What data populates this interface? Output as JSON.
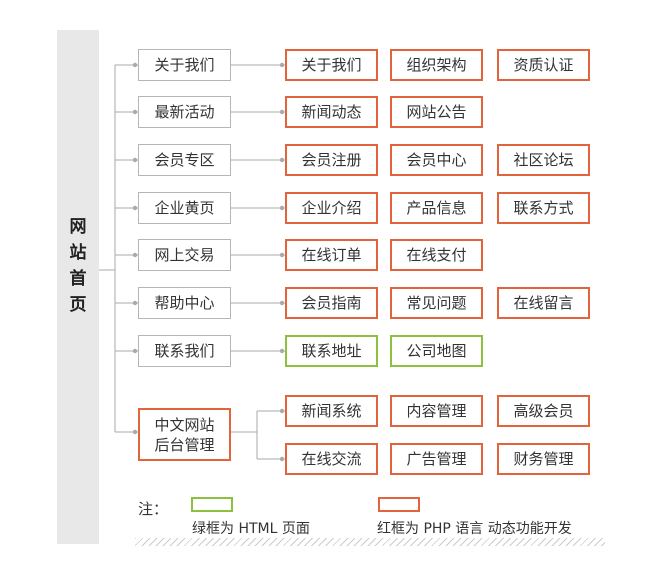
{
  "root": {
    "label": "网站首页",
    "chars": [
      "网",
      "站",
      "首",
      "页"
    ]
  },
  "sections": [
    {
      "label": "关于我们",
      "pages": [
        {
          "label": "关于我们",
          "type": "php"
        },
        {
          "label": "组织架构",
          "type": "php"
        },
        {
          "label": "资质认证",
          "type": "php"
        }
      ]
    },
    {
      "label": "最新活动",
      "pages": [
        {
          "label": "新闻动态",
          "type": "php"
        },
        {
          "label": "网站公告",
          "type": "php"
        }
      ]
    },
    {
      "label": "会员专区",
      "pages": [
        {
          "label": "会员注册",
          "type": "php"
        },
        {
          "label": "会员中心",
          "type": "php"
        },
        {
          "label": "社区论坛",
          "type": "php"
        }
      ]
    },
    {
      "label": "企业黄页",
      "pages": [
        {
          "label": "企业介绍",
          "type": "php"
        },
        {
          "label": "产品信息",
          "type": "php"
        },
        {
          "label": "联系方式",
          "type": "php"
        }
      ]
    },
    {
      "label": "网上交易",
      "pages": [
        {
          "label": "在线订单",
          "type": "php"
        },
        {
          "label": "在线支付",
          "type": "php"
        }
      ]
    },
    {
      "label": "帮助中心",
      "pages": [
        {
          "label": "会员指南",
          "type": "php"
        },
        {
          "label": "常见问题",
          "type": "php"
        },
        {
          "label": "在线留言",
          "type": "php"
        }
      ]
    },
    {
      "label": "联系我们",
      "pages": [
        {
          "label": "联系地址",
          "type": "html"
        },
        {
          "label": "公司地图",
          "type": "html"
        }
      ]
    },
    {
      "label": "中文网站后台管理",
      "label_lines": [
        "中文网站",
        "后台管理"
      ],
      "type": "php",
      "pages": [
        {
          "label": "新闻系统",
          "type": "php"
        },
        {
          "label": "内容管理",
          "type": "php"
        },
        {
          "label": "高级会员",
          "type": "php"
        },
        {
          "label": "在线交流",
          "type": "php"
        },
        {
          "label": "广告管理",
          "type": "php"
        },
        {
          "label": "财务管理",
          "type": "php"
        }
      ]
    }
  ],
  "legend": {
    "title": "注：",
    "items": [
      {
        "type": "html",
        "text": "绿框为 HTML 页面"
      },
      {
        "type": "php",
        "text": "红框为 PHP 语言 动态功能开发"
      }
    ]
  },
  "colors": {
    "html_border": "#8cc03f",
    "php_border": "#e2643c",
    "section_border": "#b5b5b5",
    "connector": "#aaaaaa",
    "root_bg": "#e8e8e8"
  }
}
